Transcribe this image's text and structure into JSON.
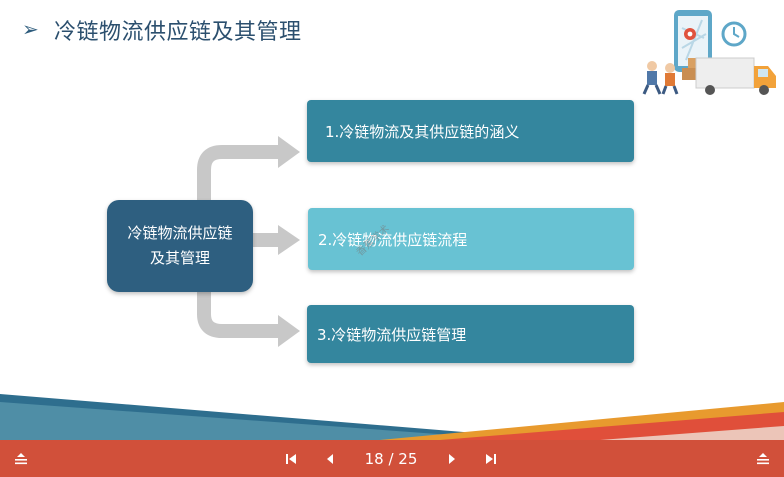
{
  "slide": {
    "title_marker": "➢",
    "title": "冷链物流供应链及其管理",
    "center_box": {
      "line1": "冷链物流供应链",
      "line2": "及其管理"
    },
    "items": [
      {
        "label": "1.冷链物流及其供应链的涵义"
      },
      {
        "label": "2.冷链物流供应链流程"
      },
      {
        "label": "3.冷链物流供应链管理"
      }
    ],
    "watermark": "香蕉学术",
    "colors": {
      "title": "#2b4f6e",
      "center_box": "#2e5f80",
      "item_dark": "#34869e",
      "item_light": "#68c2d3",
      "arrow": "#c8c8c8",
      "toolbar": "#d1503a"
    }
  },
  "toolbar": {
    "page_current": "18",
    "page_total": "25",
    "page_indicator": "18 / 25",
    "icons": [
      "menu-icon",
      "first-page-icon",
      "prev-page-icon",
      "next-page-icon",
      "last-page-icon",
      "menu-icon"
    ]
  }
}
